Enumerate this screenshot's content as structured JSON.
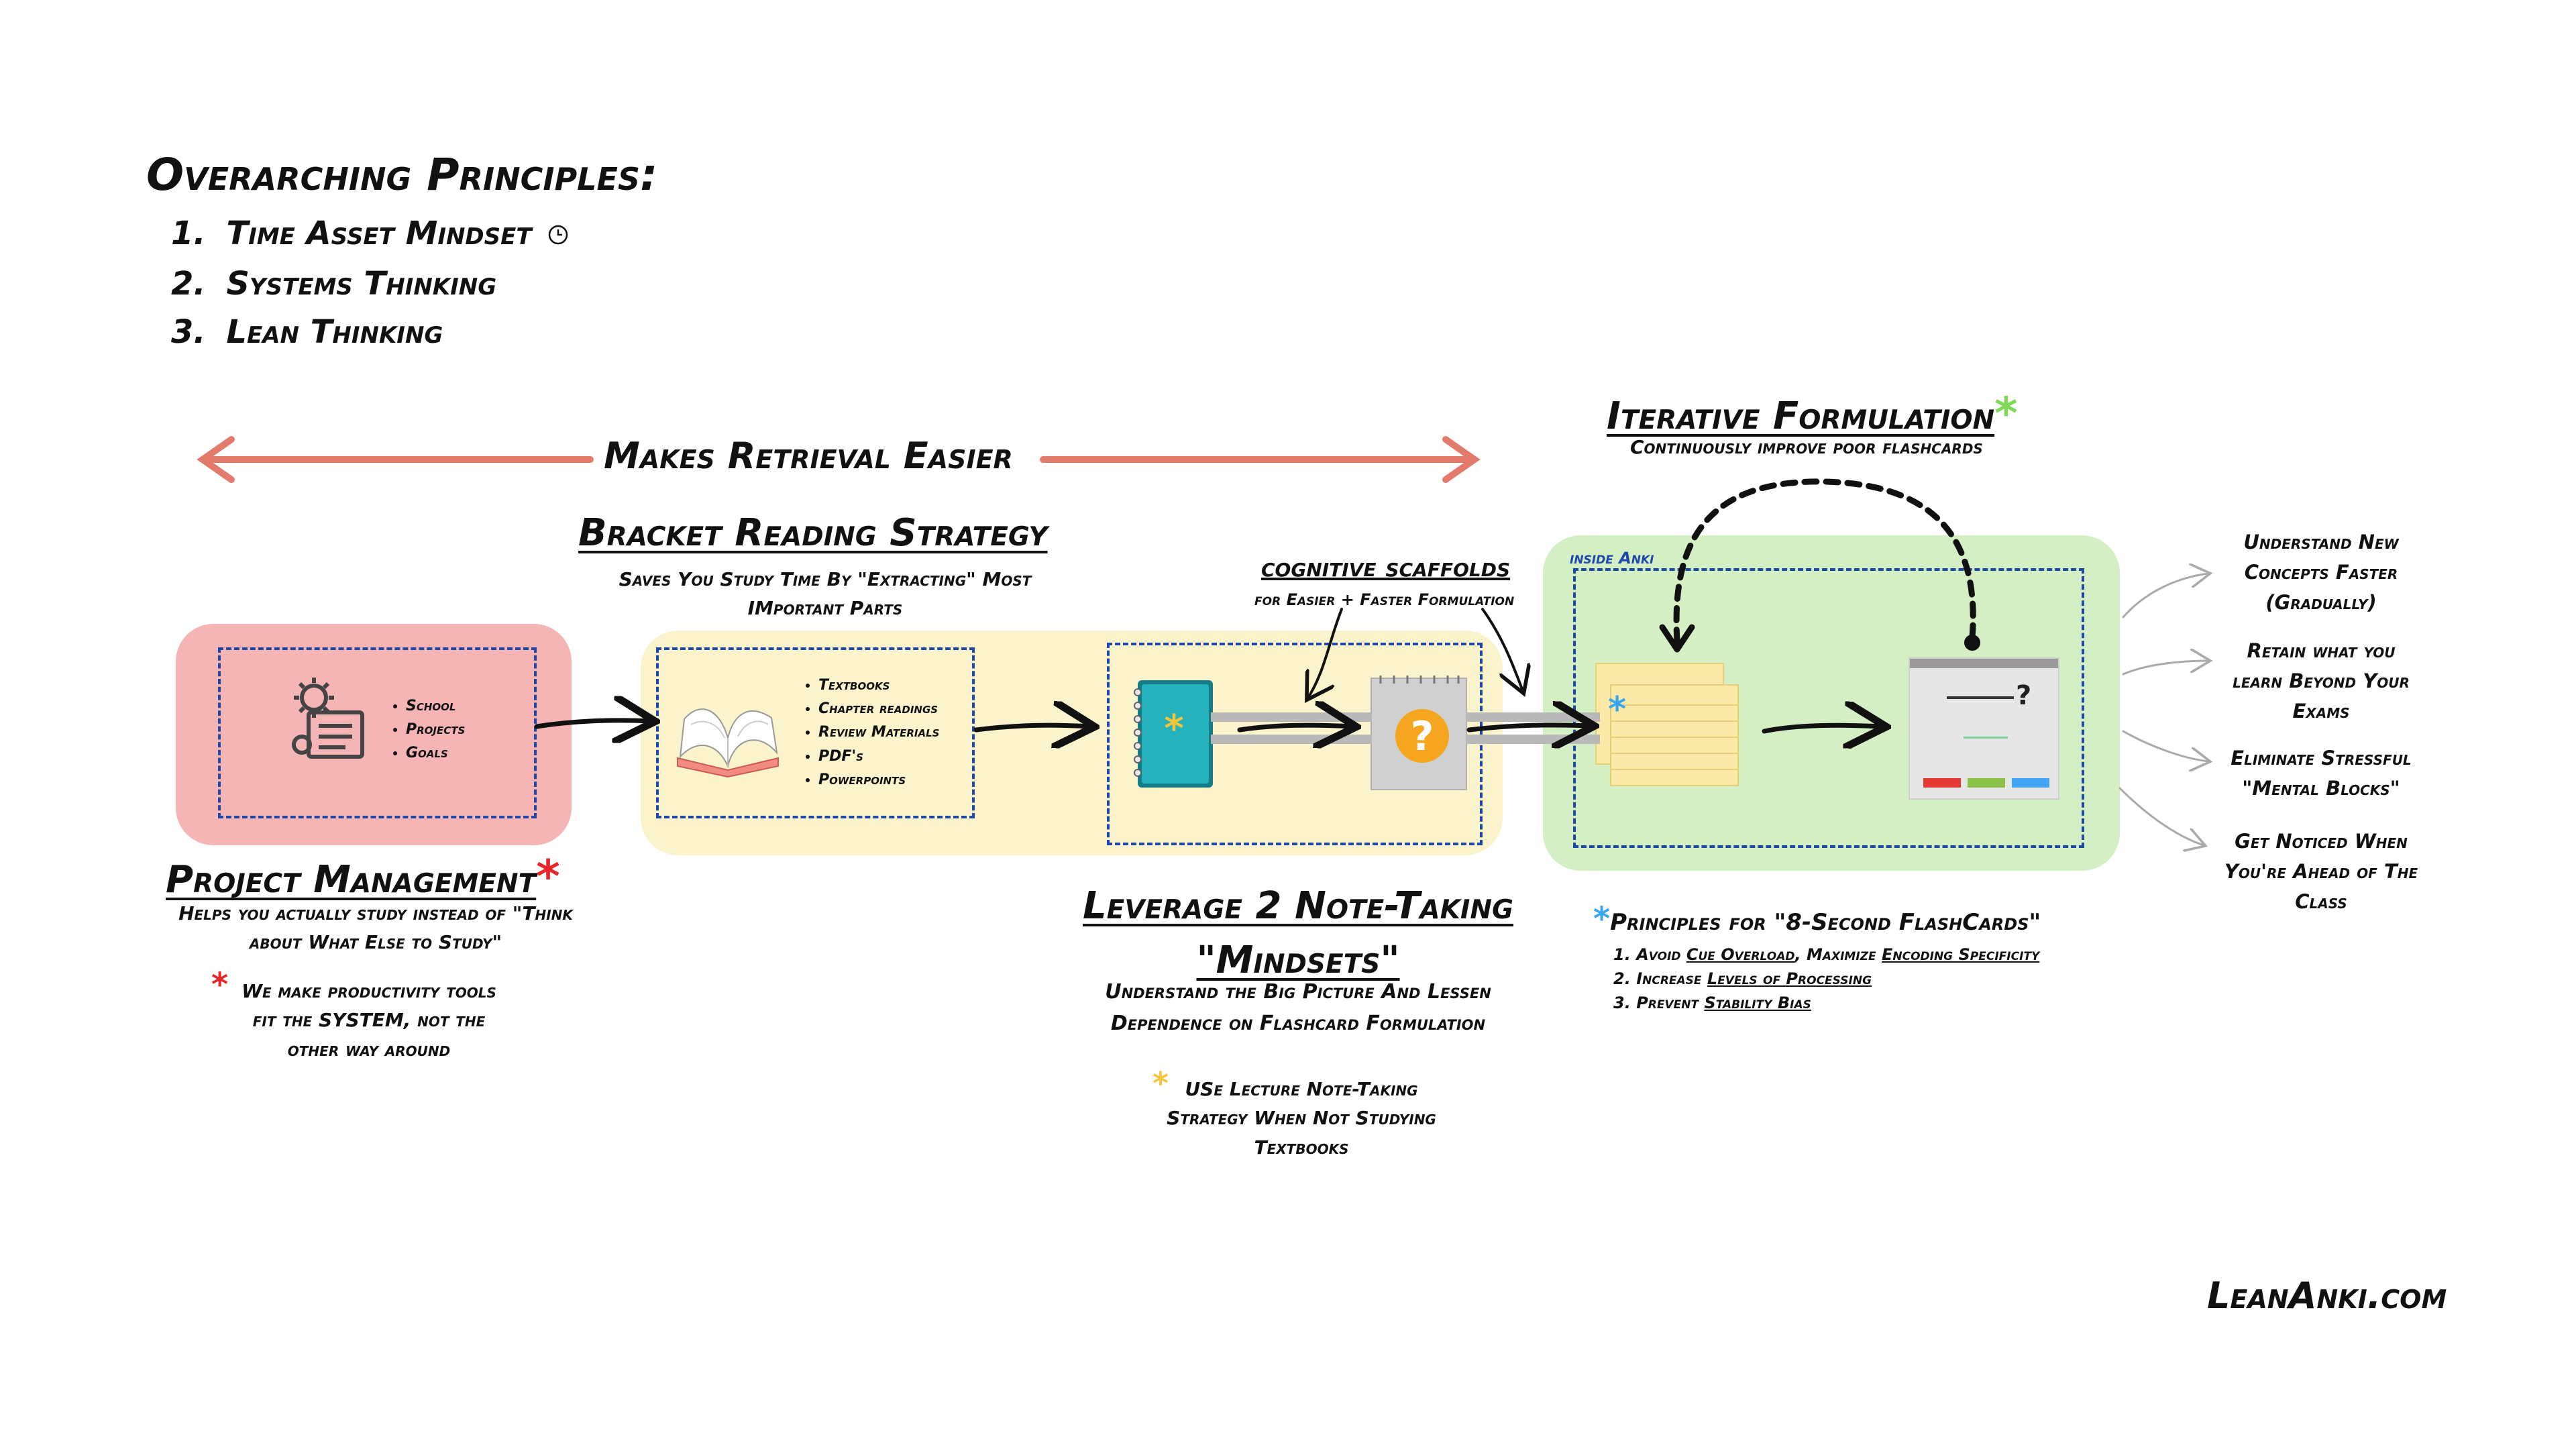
{
  "principles": {
    "title": "Overarching Principles:",
    "items": [
      {
        "num": "1.",
        "label": "Time Asset Mindset",
        "icon": "clock-icon"
      },
      {
        "num": "2.",
        "label": "Systems Thinking"
      },
      {
        "num": "3.",
        "label": "Lean Thinking"
      }
    ]
  },
  "retrieval_label": "Makes Retrieval Easier",
  "bracket": {
    "title": "Bracket Reading Strategy",
    "subtitle_line1": "Saves You Study Time By \"Extracting\" Most",
    "subtitle_line2": "IMportant Parts",
    "items": [
      "Textbooks",
      "Chapter readings",
      "Review Materials",
      "PDF's",
      "Powerpoints"
    ]
  },
  "project": {
    "items": [
      "School",
      "Projects",
      "Goals"
    ],
    "title": "Project Management",
    "star": "*",
    "subtitle_line1": "Helps you actually study instead of \"Think",
    "subtitle_line2": "about What Else to Study\"",
    "note_line1": "We make productivity tools",
    "note_line2": "fit the SYSTEM, not the",
    "note_line3": "other way around"
  },
  "scaffolds": {
    "title": "cognitive scaffolds",
    "subtitle": "for Easier + Faster Formulation"
  },
  "notetaking": {
    "title_line1": "Leverage 2 Note-Taking",
    "title_line2": "\"Mindsets\"",
    "subtitle_line1": "Understand the Big Picture And Lessen",
    "subtitle_line2": "Dependence on Flashcard Formulation",
    "note_line1": "USe Lecture Note-Taking",
    "note_line2": "Strategy When Not Studying",
    "note_line3": "Textbooks"
  },
  "iterative": {
    "title": "Iterative Formulation",
    "star": "*",
    "subtitle": "Continuously improve poor flashcards",
    "inside_label": "inside Anki",
    "card_question": "?"
  },
  "principles8": {
    "title": "Principles for \"8-Second FlashCards\"",
    "line1": {
      "num": "1.",
      "pre": "Avoid ",
      "link1": "Cue Overload",
      "mid": ", Maximize ",
      "link2": "Encoding Specificity"
    },
    "line2": {
      "num": "2.",
      "pre": "Increase ",
      "link1": "Levels of Processing"
    },
    "line3": {
      "num": "3.",
      "pre": "Prevent ",
      "link1": "Stability Bias"
    }
  },
  "outcomes": [
    {
      "line1": "Understand New",
      "line2": "Concepts Faster",
      "line3": "(Gradually)"
    },
    {
      "line1": "Retain what you",
      "line2": "learn Beyond Your",
      "line3": "Exams"
    },
    {
      "line1": "Eliminate Stressful",
      "line2": "\"Mental Blocks\"",
      "line3": ""
    },
    {
      "line1": "Get Noticed When",
      "line2": "You're Ahead of The",
      "line3": "Class"
    }
  ],
  "footer": "LeanAnki.com",
  "colors": {
    "pink_panel": "#f6b5b5",
    "yellow_panel": "#fbf3cb",
    "green_panel": "#d5efc5",
    "dashed_border": "#1f49a8",
    "retrieval_arrow": "#e37b6c",
    "red_star": "#e8262a",
    "green_star": "#7ed957",
    "blue_star": "#38a6f0",
    "yellow_star": "#f3c63c"
  }
}
